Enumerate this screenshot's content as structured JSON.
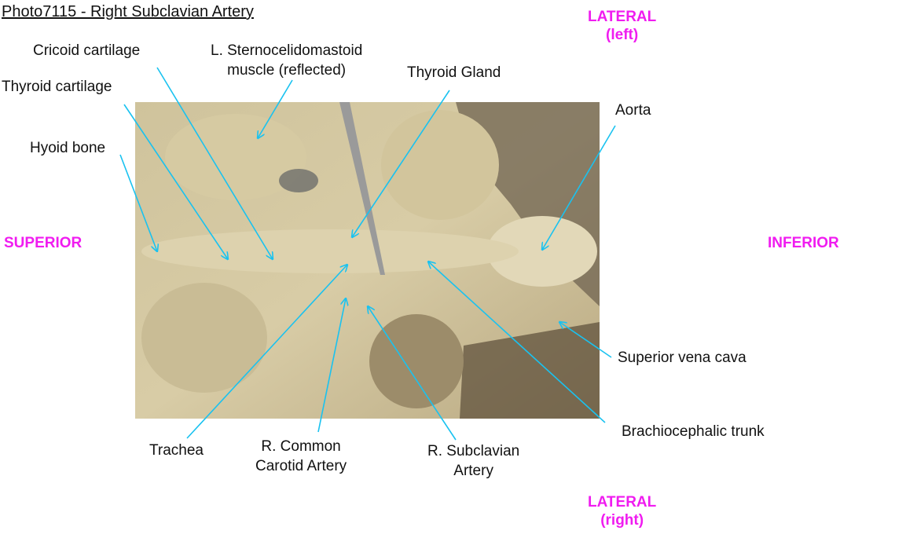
{
  "title": "Photo7115 - Right Subclavian Artery",
  "colors": {
    "arrow": "#19c2f0",
    "direction": "#f01cf0"
  },
  "directions": {
    "lateral_left": [
      "LATERAL",
      "(left)"
    ],
    "lateral_right": [
      "LATERAL",
      "(right)"
    ],
    "superior": "SUPERIOR",
    "inferior": "INFERIOR"
  },
  "labels": {
    "cricoid": "Cricoid cartilage",
    "sterno": [
      "L. Sternocelidomastoid",
      "muscle (reflected)"
    ],
    "thyroid_cartilage": "Thyroid cartilage",
    "hyoid": "Hyoid bone",
    "thyroid_gland": "Thyroid Gland",
    "aorta": "Aorta",
    "svc": "Superior vena cava",
    "brachiocephalic": "Brachiocephalic trunk",
    "trachea": "Trachea",
    "common_carotid": [
      "R. Common",
      "Carotid Artery"
    ],
    "subclavian": [
      "R. Subclavian",
      "Artery"
    ]
  }
}
